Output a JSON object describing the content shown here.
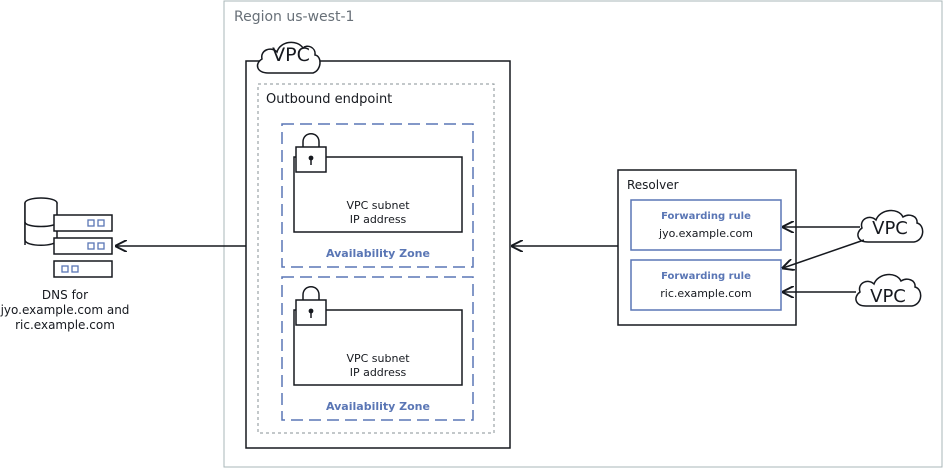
{
  "region": {
    "label": "Region us-west-1"
  },
  "vpc": {
    "label": "VPC"
  },
  "outbound_endpoint": {
    "label": "Outbound endpoint"
  },
  "zones": [
    {
      "subnet_line1": "VPC subnet",
      "subnet_line2": "IP address",
      "az_label": "Availability Zone"
    },
    {
      "subnet_line1": "VPC subnet",
      "subnet_line2": "IP address",
      "az_label": "Availability Zone"
    }
  ],
  "resolver": {
    "label": "Resolver",
    "rules": [
      {
        "title": "Forwarding rule",
        "domain": "jyo.example.com"
      },
      {
        "title": "Forwarding rule",
        "domain": "ric.example.com"
      }
    ]
  },
  "external_vpcs": [
    {
      "label": "VPC"
    },
    {
      "label": "VPC"
    }
  ],
  "dns": {
    "line1": "DNS for",
    "line2": "jyo.example.com and",
    "line3": "ric.example.com"
  },
  "colors": {
    "accent": "#5a76b5",
    "region_border": "#aab7b8",
    "ink": "#16191f"
  }
}
